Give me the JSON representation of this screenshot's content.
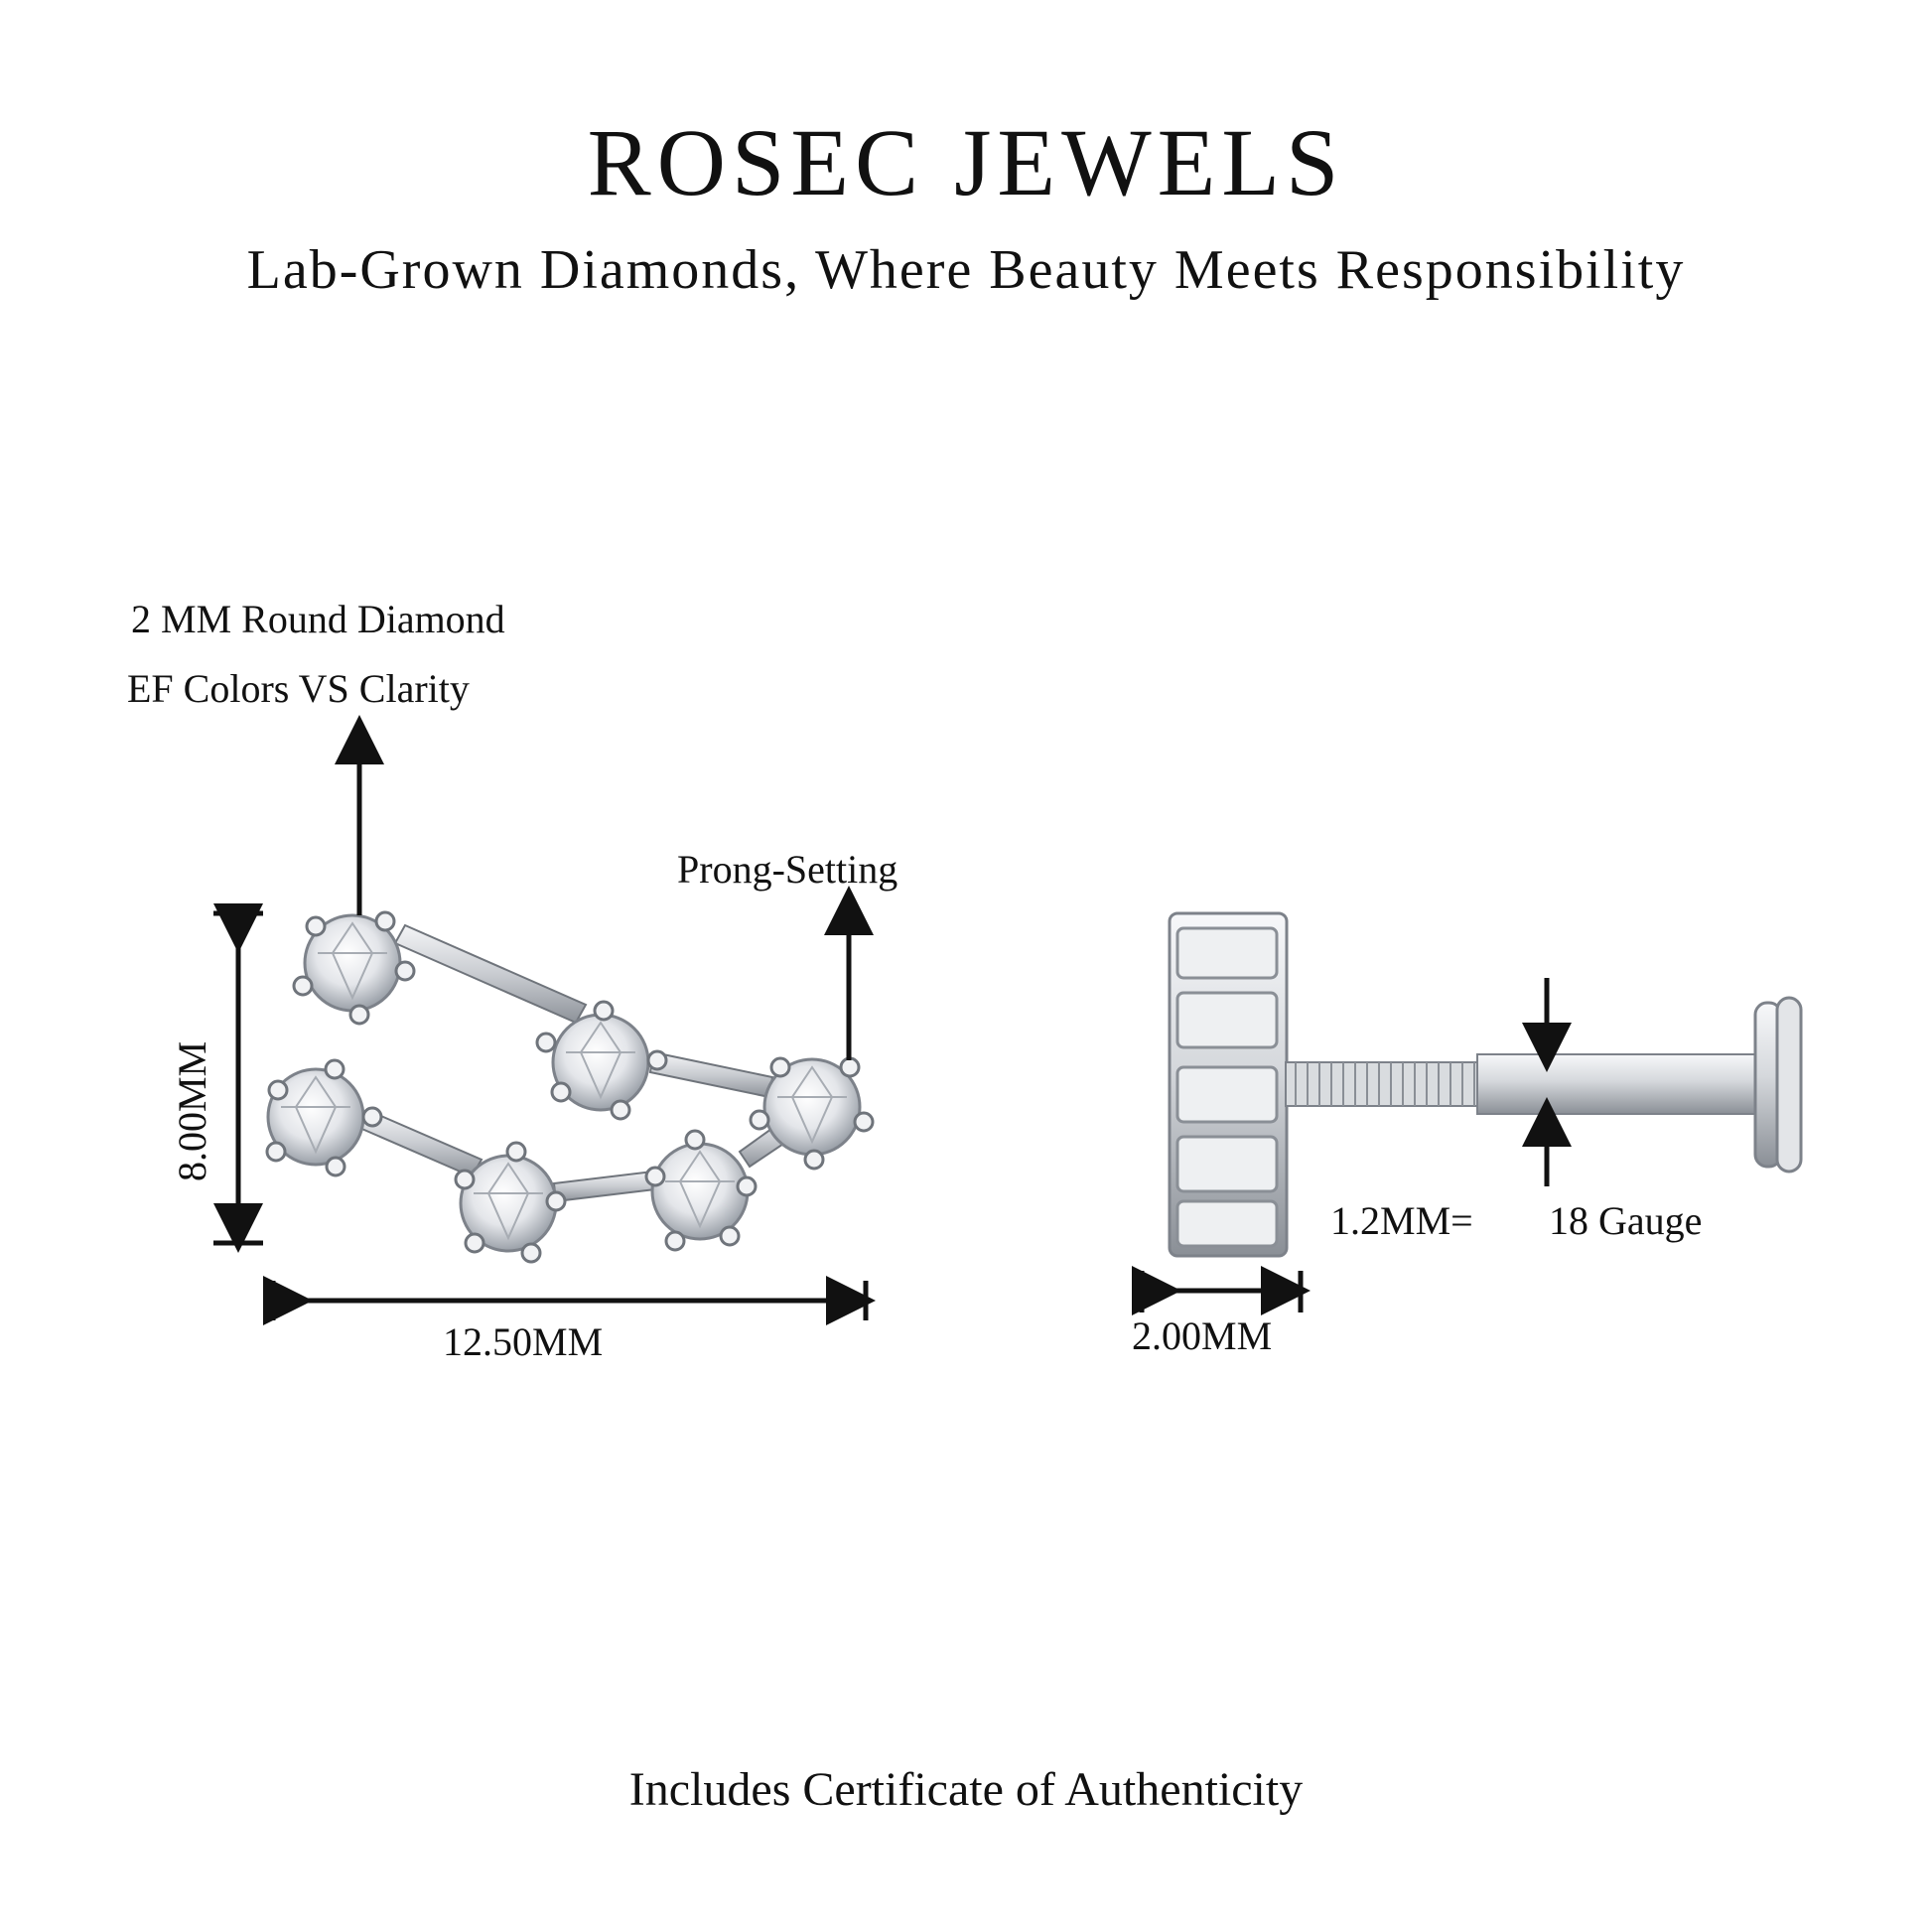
{
  "header": {
    "brand": "ROSEC JEWELS",
    "tagline": "Lab-Grown Diamonds, Where Beauty Meets Responsibility"
  },
  "annotations": {
    "diamond_size": "2 MM Round Diamond",
    "diamond_quality": "EF Colors VS Clarity",
    "setting": "Prong-Setting",
    "height": "8.00MM",
    "width": "12.50MM",
    "side_depth": "2.00MM",
    "gauge_mm": "1.2MM=",
    "gauge": "18 Gauge"
  },
  "footer": {
    "certificate": "Includes Certificate of Authenticity"
  },
  "colors": {
    "text": "#111111",
    "metal": "#c9ccd1",
    "metal_dark": "#7d828a",
    "background": "#ffffff"
  }
}
